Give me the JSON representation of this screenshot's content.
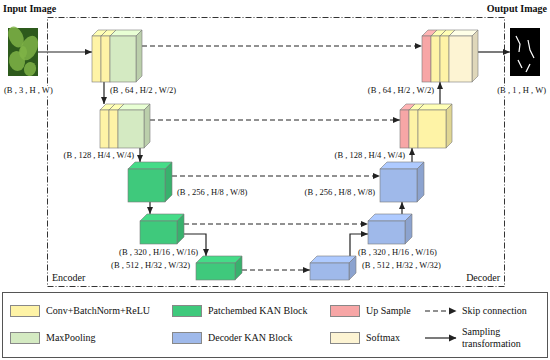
{
  "diagram": {
    "nodes": [
      {
        "text": [
          "Encoder",
          "Decoder"
        ]
      },
      {
        "text": [
          "Input Image",
          "(B , 3 , H , W)"
        ]
      },
      {
        "text": [
          "(B , 64 , H/2 , W/2)"
        ],
        "in": 0
      },
      {
        "text": [
          "(B , 128 , H/4 , W/4)"
        ],
        "in": 0
      },
      {
        "text": [
          "(B , 256 , H/8 , W/8)"
        ],
        "in": 0
      },
      {
        "text": [
          "(B , 320 , H/16 , W/16)"
        ],
        "in": 0
      },
      {
        "text": [
          "(B , 512 , H/32 , W/32)"
        ],
        "in": 0
      },
      {
        "text": [
          "(B , 512 , H/32 , W/32)"
        ],
        "in": 0
      },
      {
        "text": [
          "(B , 320 , H/16 , W/16)"
        ],
        "in": 0
      },
      {
        "text": [
          "(B , 256 , H/8 , W/8)"
        ],
        "in": 0
      },
      {
        "text": [
          "(B , 128 , H/4 , W/4)"
        ],
        "in": 0
      },
      {
        "text": [
          "(B , 64 , H/2 , W/2)"
        ],
        "in": 0
      },
      {
        "text": [
          "Output Image",
          "(B , 1 , H , W)"
        ]
      }
    ],
    "edges": [
      {
        "from": 1,
        "to": 2,
        "arrow": "to"
      },
      {
        "from": 2,
        "to": 3,
        "arrow": "to"
      },
      {
        "from": 3,
        "to": 4,
        "arrow": "to"
      },
      {
        "from": 4,
        "to": 5,
        "arrow": "to"
      },
      {
        "from": 5,
        "to": 6,
        "arrow": "to"
      },
      {
        "from": 6,
        "to": 7,
        "arrow": "to"
      },
      {
        "from": 7,
        "to": 8,
        "arrow": "to"
      },
      {
        "from": 8,
        "to": 9,
        "arrow": "to"
      },
      {
        "from": 9,
        "to": 10,
        "arrow": "to"
      },
      {
        "from": 10,
        "to": 11,
        "arrow": "to"
      },
      {
        "from": 11,
        "to": 12,
        "arrow": "to"
      },
      {
        "from": 2,
        "to": 11,
        "arrow": "to"
      },
      {
        "from": 3,
        "to": 10,
        "arrow": "to"
      },
      {
        "from": 4,
        "to": 9,
        "arrow": "to"
      },
      {
        "from": 5,
        "to": 8,
        "arrow": "to"
      }
    ],
    "legend": [
      {
        "text": "Conv+BatchNorm+ReLU",
        "color": "#fef3a6"
      },
      {
        "text": "Patchembed KAN Block",
        "color": "#3fc97c"
      },
      {
        "text": "Up Sample",
        "color": "#f7a6a6"
      },
      {
        "text": "Skip connection"
      },
      {
        "text": "MaxPooling",
        "color": "#d4eac2"
      },
      {
        "text": "Decoder KAN Block",
        "color": "#9fb9ea"
      },
      {
        "text": "Softmax",
        "color": "#fdf4d3"
      },
      {
        "text": "Sampling transformation"
      }
    ]
  }
}
